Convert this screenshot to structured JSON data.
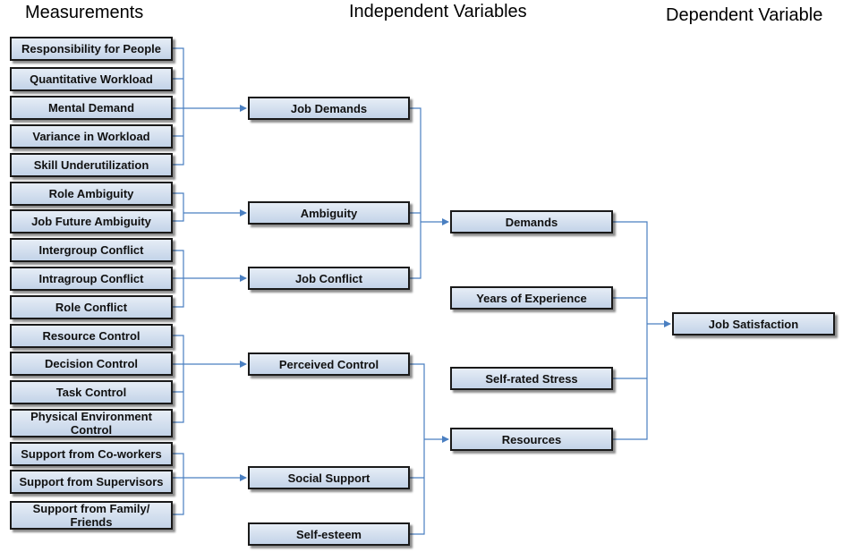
{
  "headings": {
    "measurements": "Measurements",
    "independent": "Independent Variables",
    "dependent": "Dependent Variable"
  },
  "measurements": {
    "responsibility_for_people": "Responsibility for People",
    "quantitative_workload": "Quantitative Workload",
    "mental_demand": "Mental Demand",
    "variance_in_workload": "Variance in Workload",
    "skill_underutilization": "Skill Underutilization",
    "role_ambiguity": "Role Ambiguity",
    "job_future_ambiguity": "Job Future Ambiguity",
    "intergroup_conflict": "Intergroup Conflict",
    "intragroup_conflict": "Intragroup Conflict",
    "role_conflict": "Role Conflict",
    "resource_control": "Resource Control",
    "decision_control": "Decision Control",
    "task_control": "Task Control",
    "physical_environment_control": "Physical Environment Control",
    "support_from_coworkers": "Support from Co-workers",
    "support_from_supervisors": "Support from Supervisors",
    "support_from_family_friends": "Support from Family/ Friends"
  },
  "independent": {
    "job_demands": "Job Demands",
    "ambiguity": "Ambiguity",
    "job_conflict": "Job Conflict",
    "perceived_control": "Perceived Control",
    "social_support": "Social Support",
    "self_esteem": "Self-esteem"
  },
  "aggregates": {
    "demands": "Demands",
    "years_of_experience": "Years of Experience",
    "self_rated_stress": "Self-rated Stress",
    "resources": "Resources"
  },
  "dependent": {
    "job_satisfaction": "Job Satisfaction"
  },
  "colors": {
    "connector": "#4a7fc1",
    "box_border": "#1a1a1a",
    "box_fill_top": "#e6edf6",
    "box_fill_bottom": "#c3d3e8"
  }
}
